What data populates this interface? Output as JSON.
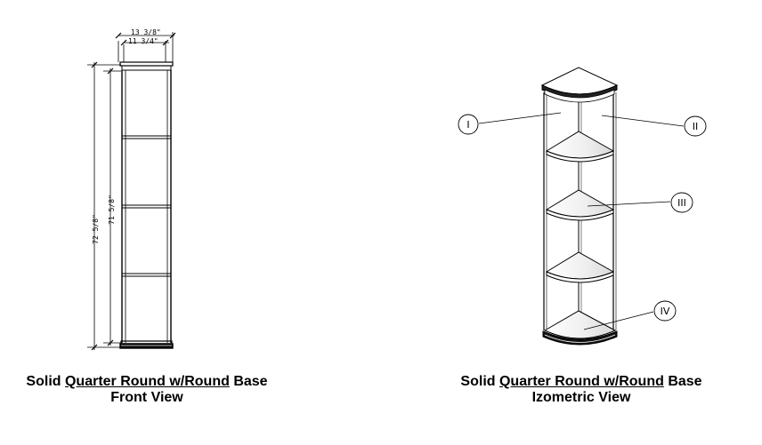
{
  "front_view": {
    "dims": {
      "overall_width": "13 3/8\"",
      "inner_width": "11 3/4\"",
      "overall_height": "72 5/8\"",
      "inner_height": "71 5/8\""
    },
    "caption": {
      "prefix": "Solid",
      "underlined": "Quarter Round w/Round",
      "suffix": "Base",
      "view": "Front View"
    }
  },
  "iso_view": {
    "callouts": [
      "I",
      "II",
      "III",
      "IV"
    ],
    "caption": {
      "prefix": "Solid",
      "underlined": "Quarter Round w/Round",
      "suffix": "Base",
      "view": "Izometric View"
    }
  }
}
